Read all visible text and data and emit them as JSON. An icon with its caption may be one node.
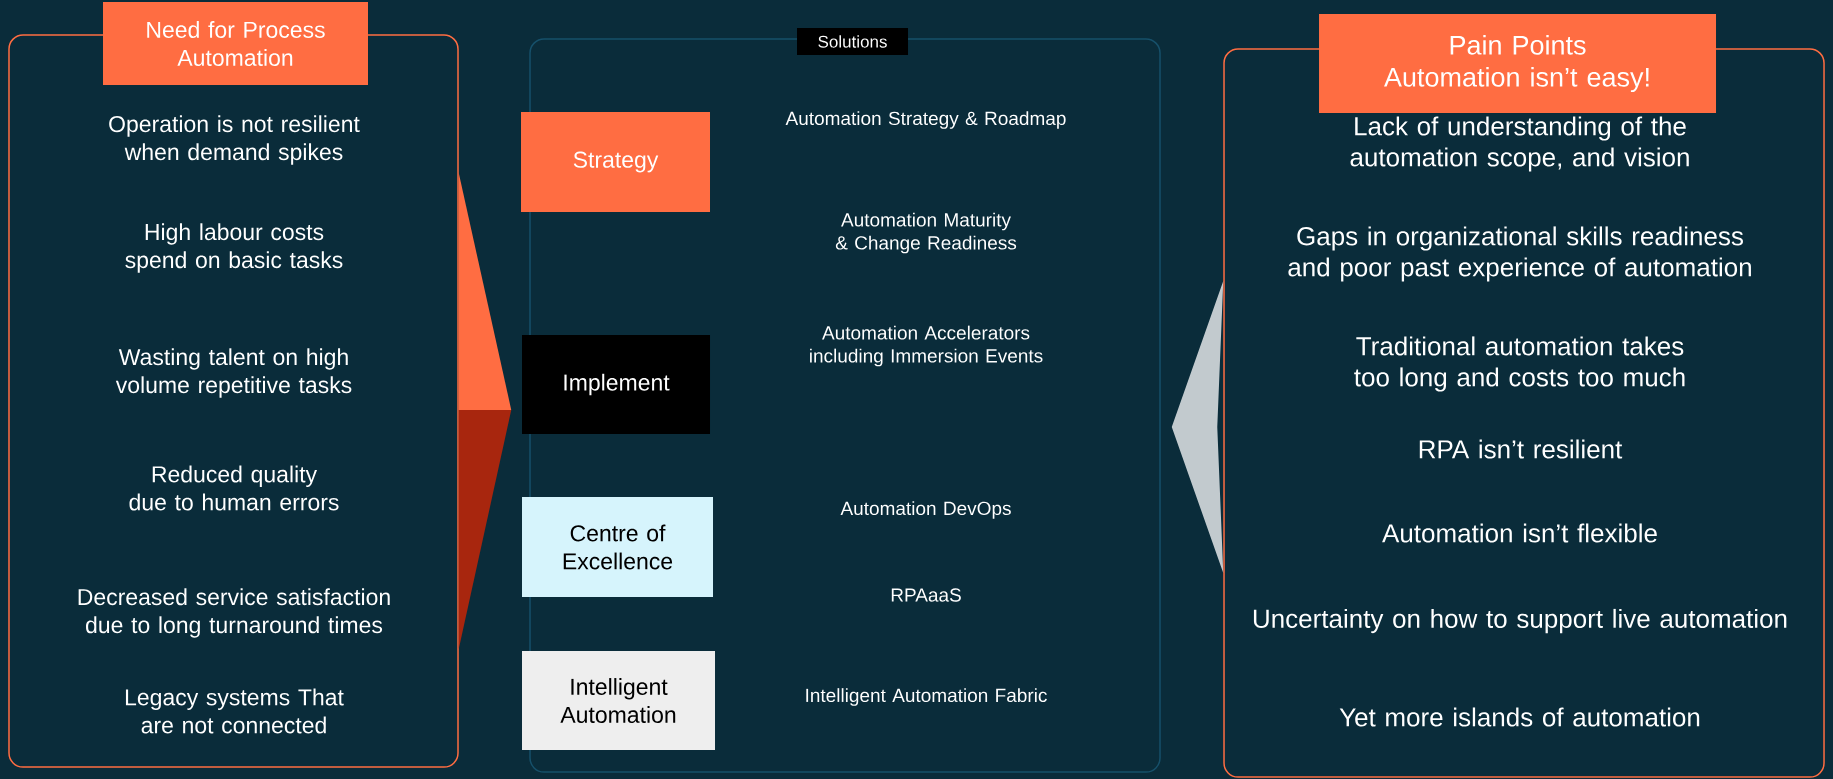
{
  "diagram": {
    "nodes": [
      {
        "text": [
          "Need for Process Automation",
          "Operation is not resilient when demand spikes",
          "High labour costs spend on basic tasks",
          "Wasting talent on high volume repetitive tasks",
          "Reduced quality due to human errors",
          "Decreased service satisfaction due to long turnaround times",
          "Legacy systems That are not connected"
        ]
      },
      {
        "text": [
          "Solutions",
          "Automation Strategy & Roadmap",
          "Automation Maturity & Change Readiness",
          "Automation Accelerators including Immersion Events",
          "Automation DevOps",
          "RPAaaS",
          "Intelligent Automation Fabric"
        ]
      },
      {
        "text": [
          "Strategy"
        ],
        "in": 1
      },
      {
        "text": [
          "Implement"
        ],
        "in": 1
      },
      {
        "text": [
          "Centre of Excellence"
        ],
        "in": 1
      },
      {
        "text": [
          "Intelligent Automation"
        ],
        "in": 1
      },
      {
        "text": [
          "Pain Points Automation isn’t easy!",
          "Lack of understanding of the automation scope, and vision",
          "Gaps in organizational skills readiness and poor past experience of automation",
          "Traditional automation takes too long and costs too much",
          "RPA isn’t resilient",
          "Automation isn’t flexible",
          "Uncertainty on how to support live automation",
          "Yet more islands of automation"
        ]
      }
    ],
    "edges": [
      {
        "from": 0,
        "to": 1,
        "arrow": "to"
      },
      {
        "from": 6,
        "to": 1,
        "arrow": "to"
      }
    ]
  }
}
